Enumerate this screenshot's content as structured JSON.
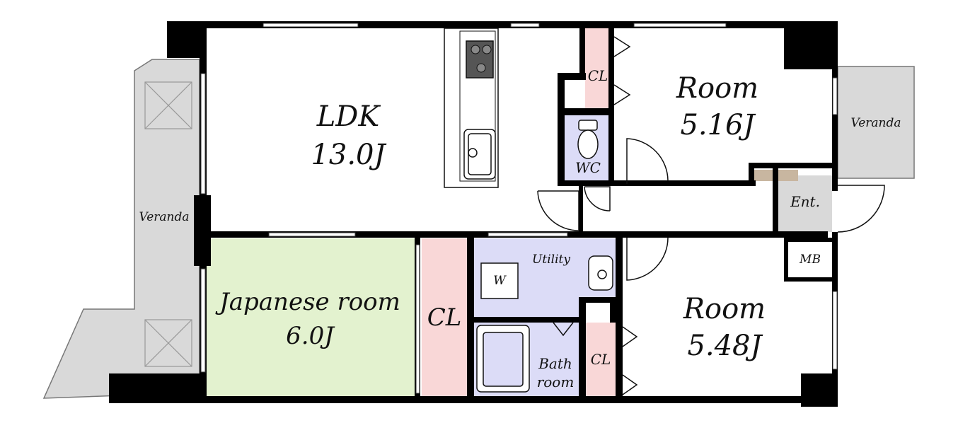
{
  "rooms": {
    "ldk": {
      "name": "LDK",
      "size": "13.0J"
    },
    "room_upper": {
      "name": "Room",
      "size": "5.16J"
    },
    "room_lower": {
      "name": "Room",
      "size": "5.48J"
    },
    "japanese": {
      "name": "Japanese room",
      "size": "6.0J"
    },
    "cl_big": "CL",
    "cl_upper": "CL",
    "cl_lower": "CL",
    "wc": "WC",
    "utility": "Utility",
    "washer": "W",
    "bath_line1": "Bath",
    "bath_line2": "room",
    "entrance": "Ent.",
    "mb": "MB",
    "veranda_left": "Veranda",
    "veranda_right": "Veranda"
  },
  "colors": {
    "wall": "#000000",
    "veranda": "#d9d9d9",
    "japanese_room": "#e3f2cf",
    "closet": "#f9d7d7",
    "wet_area": "#dcdcf7",
    "entrance_step": "#c8b6a0"
  }
}
